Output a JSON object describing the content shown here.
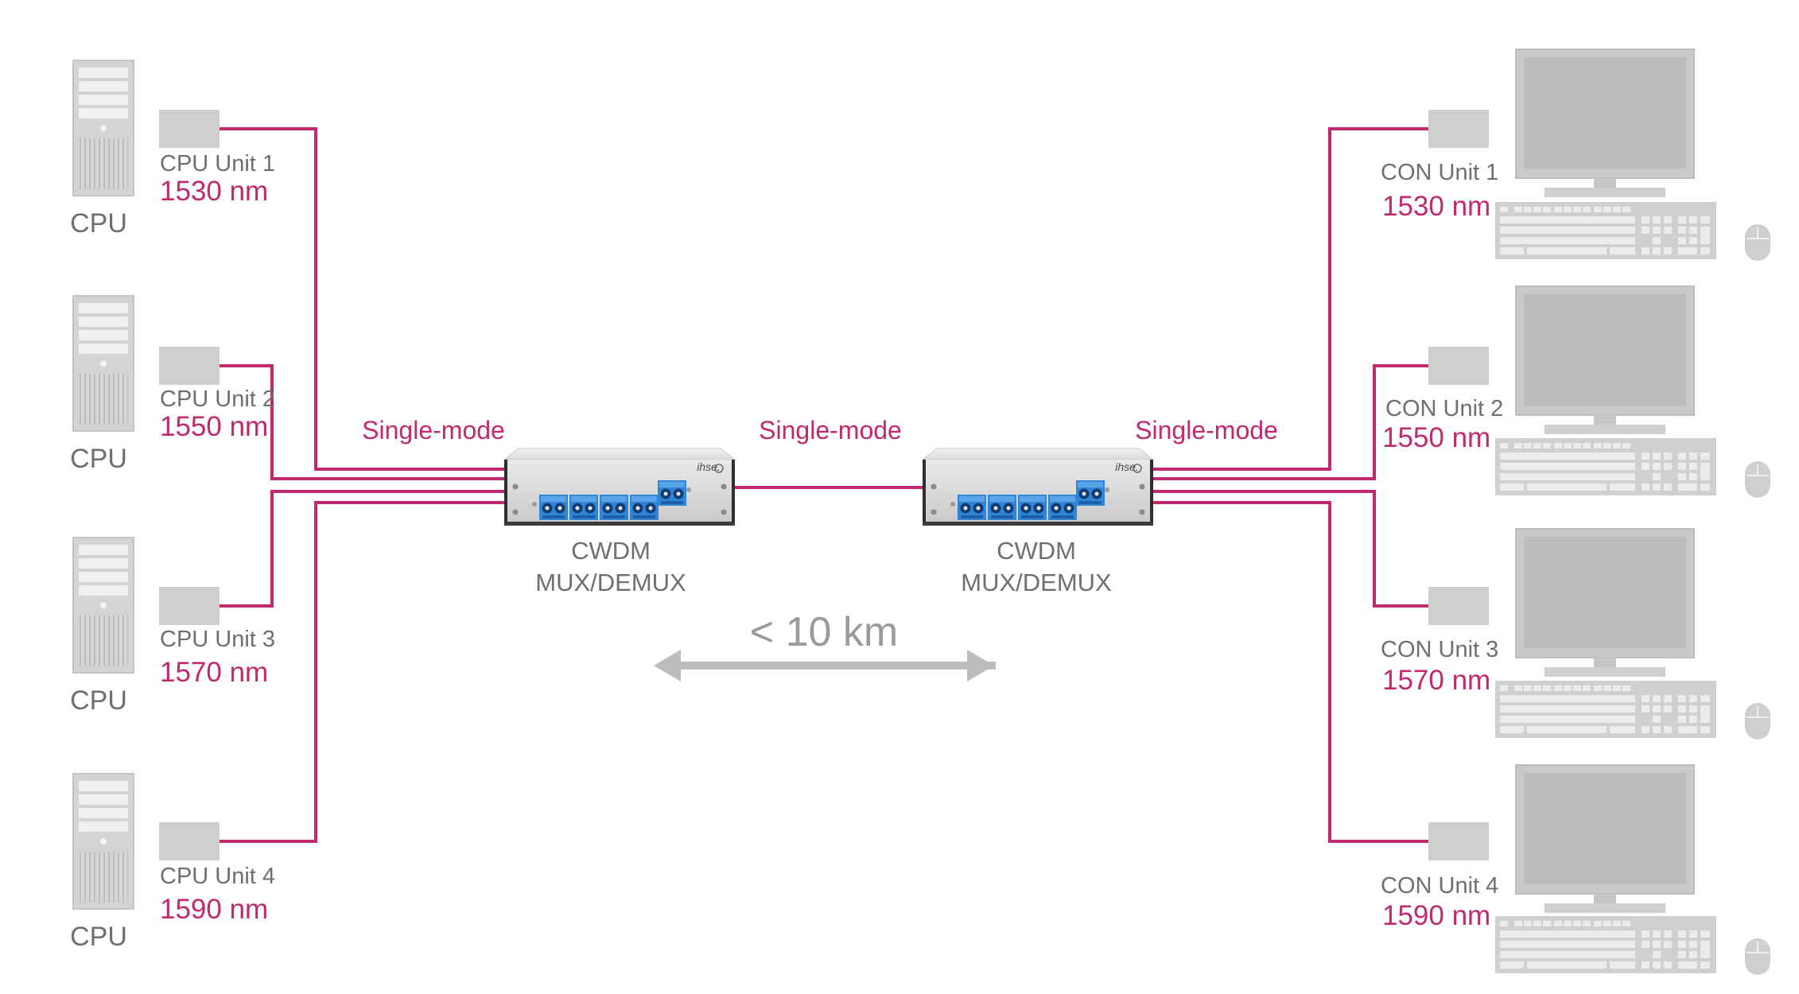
{
  "colors": {
    "fiber": "#c1296f",
    "device": "#cfcfcf",
    "text": "#6f6f6f",
    "port": "#2a7fd0"
  },
  "cpu_side": [
    {
      "device": "CPU",
      "unit": "CPU Unit 1",
      "wavelength": "1530 nm"
    },
    {
      "device": "CPU",
      "unit": "CPU Unit 2",
      "wavelength": "1550 nm"
    },
    {
      "device": "CPU",
      "unit": "CPU Unit 3",
      "wavelength": "1570 nm"
    },
    {
      "device": "CPU",
      "unit": "CPU Unit 4",
      "wavelength": "1590 nm"
    }
  ],
  "con_side": [
    {
      "unit": "CON Unit 1",
      "wavelength": "1530 nm"
    },
    {
      "unit": "CON Unit 2",
      "wavelength": "1550 nm"
    },
    {
      "unit": "CON Unit 3",
      "wavelength": "1570 nm"
    },
    {
      "unit": "CON Unit 4",
      "wavelength": "1590 nm"
    }
  ],
  "fiber_labels": [
    "Single-mode",
    "Single-mode",
    "Single-mode"
  ],
  "mux": [
    {
      "line1": "CWDM",
      "line2": "MUX/DEMUX",
      "brand": "ihse."
    },
    {
      "line1": "CWDM",
      "line2": "MUX/DEMUX",
      "brand": "ihse."
    }
  ],
  "distance": "< 10 km",
  "icons": {
    "cpu": "tower-pc-icon",
    "con": "monitor-icon",
    "keyboard": "keyboard-icon",
    "mouse": "mouse-icon",
    "module": "extender-module-icon",
    "mux": "cwdm-mux-demux-icon",
    "arrow": "double-arrow-icon"
  }
}
